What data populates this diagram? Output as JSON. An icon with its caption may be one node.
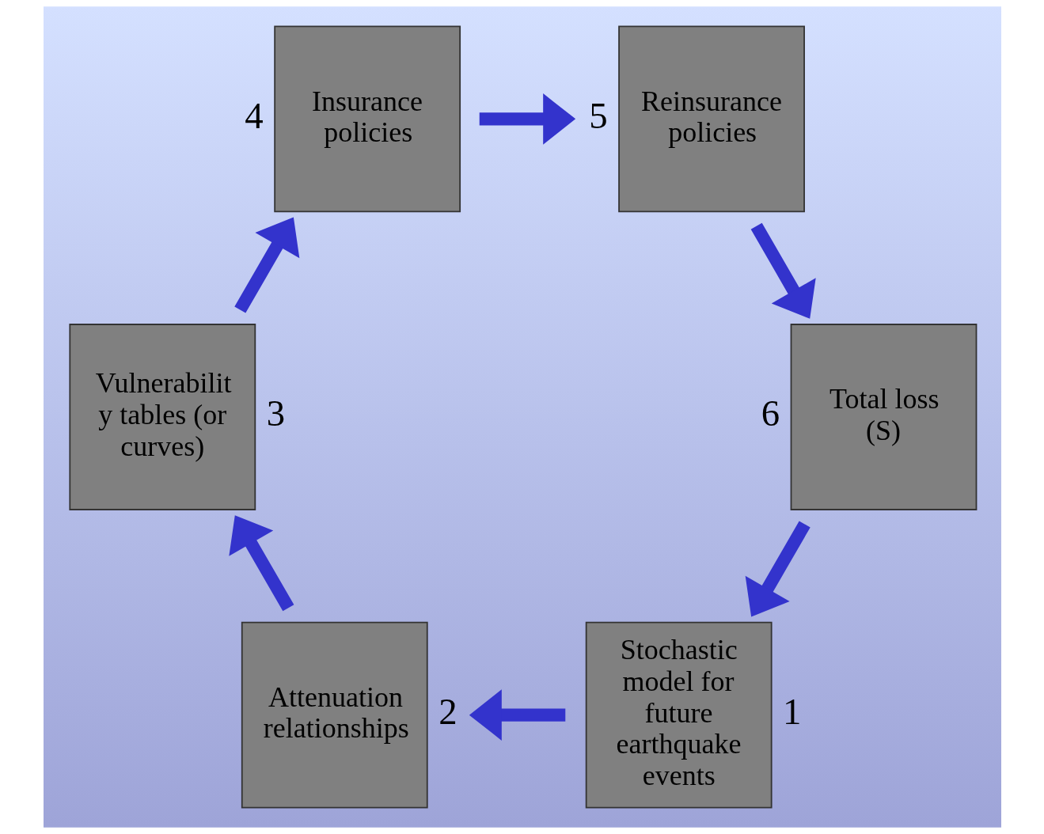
{
  "diagram": {
    "nodes": [
      {
        "text": [
          "Stochastic model for future earthquake events"
        ],
        "beside": [
          "1"
        ]
      },
      {
        "text": [
          "Attenuation relationships"
        ],
        "beside": [
          "2"
        ]
      },
      {
        "text": [
          "Vulnerabilit y tables (or curves)"
        ],
        "beside": [
          "3"
        ]
      },
      {
        "text": [
          "Insurance policies"
        ],
        "beside": [
          "4"
        ]
      },
      {
        "text": [
          "Reinsurance policies"
        ],
        "beside": [
          "5"
        ]
      },
      {
        "text": [
          "Total loss (S)"
        ],
        "beside": [
          "6"
        ]
      }
    ],
    "edges": [
      {
        "from": 0,
        "to": 1,
        "arrow": "to"
      },
      {
        "from": 1,
        "to": 2,
        "arrow": "to"
      },
      {
        "from": 2,
        "to": 3,
        "arrow": "to"
      },
      {
        "from": 3,
        "to": 4,
        "arrow": "to"
      },
      {
        "from": 4,
        "to": 5,
        "arrow": "to"
      },
      {
        "from": 5,
        "to": 0,
        "arrow": "to"
      }
    ]
  }
}
